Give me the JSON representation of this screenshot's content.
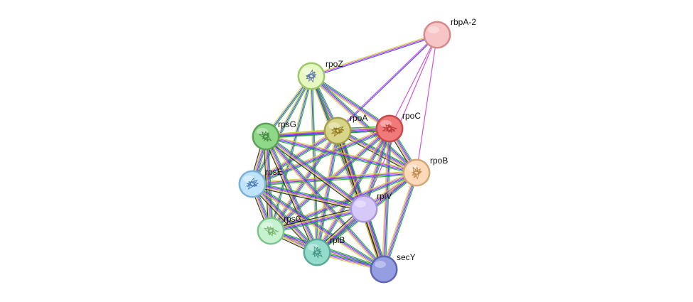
{
  "network": {
    "nodes": [
      {
        "id": "rbpA-2",
        "label": "rbpA-2",
        "fill": "#f7c5c5",
        "stroke": "#d48a8a",
        "glyph": ""
      },
      {
        "id": "rpoZ",
        "label": "rpoZ",
        "fill": "#e6f7c0",
        "stroke": "#9ec76a",
        "glyph": "#4a5fa8"
      },
      {
        "id": "rpoA",
        "label": "rpoA",
        "fill": "#d8d488",
        "stroke": "#a3a04c",
        "glyph": "#8a6a10"
      },
      {
        "id": "rpoC",
        "label": "rpoC",
        "fill": "#f07a7a",
        "stroke": "#c94848",
        "glyph": "#b02a2a"
      },
      {
        "id": "rpsG",
        "label": "rpsG",
        "fill": "#8fd88a",
        "stroke": "#5aa356",
        "glyph": "#3a7a36"
      },
      {
        "id": "rpoB",
        "label": "rpoB",
        "fill": "#fcd9b8",
        "stroke": "#d3a57a",
        "glyph": "#b07a3a"
      },
      {
        "id": "rpsE",
        "label": "rpsE",
        "fill": "#bfe3fa",
        "stroke": "#7ab2d8",
        "glyph": "#3a6aa8"
      },
      {
        "id": "rplV",
        "label": "rplV",
        "fill": "#d7c8fa",
        "stroke": "#a896da",
        "glyph": ""
      },
      {
        "id": "rpsC",
        "label": "rpsC",
        "fill": "#c7f2cf",
        "stroke": "#7cc48a",
        "glyph": "#6aa85a"
      },
      {
        "id": "rplB",
        "label": "rplB",
        "fill": "#93dccb",
        "stroke": "#5aa898",
        "glyph": "#3a887a"
      },
      {
        "id": "secY",
        "label": "secY",
        "fill": "#949ee0",
        "stroke": "#5e66b4",
        "glyph": ""
      }
    ],
    "edges": [
      {
        "source": "rbpA-2",
        "target": "rpoZ",
        "colors": [
          "#3d3dff",
          "#cc44cc",
          "#c4d43a"
        ]
      },
      {
        "source": "rbpA-2",
        "target": "rpoA",
        "colors": [
          "#3d3dff",
          "#cc44cc"
        ]
      },
      {
        "source": "rbpA-2",
        "target": "rpoC",
        "colors": [
          "#cc44cc"
        ]
      },
      {
        "source": "rbpA-2",
        "target": "rpoB",
        "colors": [
          "#cc44cc"
        ]
      },
      {
        "source": "rbpA-2",
        "target": "rplV",
        "colors": [
          "#cc44cc"
        ]
      },
      {
        "source": "rpoZ",
        "target": "rpoA",
        "colors": [
          "#22aa22",
          "#3d3dff",
          "#cc44cc",
          "#c4d43a"
        ]
      },
      {
        "source": "rpoZ",
        "target": "rpoC",
        "colors": [
          "#22aa22",
          "#3d3dff",
          "#cc44cc",
          "#c4d43a"
        ]
      },
      {
        "source": "rpoZ",
        "target": "rpoB",
        "colors": [
          "#22aa22",
          "#3d3dff",
          "#cc44cc",
          "#c4d43a"
        ]
      },
      {
        "source": "rpoZ",
        "target": "rpsG",
        "colors": [
          "#22aa22",
          "#3d3dff",
          "#c4d43a"
        ]
      },
      {
        "source": "rpoZ",
        "target": "rpsE",
        "colors": [
          "#22aa22",
          "#3d3dff",
          "#c4d43a"
        ]
      },
      {
        "source": "rpoZ",
        "target": "rplV",
        "colors": [
          "#22aa22",
          "#cc44cc",
          "#c4d43a"
        ]
      },
      {
        "source": "rpoZ",
        "target": "rpsC",
        "colors": [
          "#22aa22",
          "#3d3dff",
          "#c4d43a"
        ]
      },
      {
        "source": "rpoZ",
        "target": "rplB",
        "colors": [
          "#22aa22",
          "#3d3dff",
          "#c4d43a"
        ]
      },
      {
        "source": "rpoZ",
        "target": "secY",
        "colors": [
          "#22aa22",
          "#3d3dff",
          "#c4d43a"
        ]
      },
      {
        "source": "rpoA",
        "target": "rpoC",
        "colors": [
          "#22aa22",
          "#3d3dff",
          "#cc44cc",
          "#c4d43a",
          "#222222"
        ]
      },
      {
        "source": "rpoA",
        "target": "rpoB",
        "colors": [
          "#22aa22",
          "#3d3dff",
          "#cc44cc",
          "#c4d43a",
          "#222222"
        ]
      },
      {
        "source": "rpoA",
        "target": "rpsG",
        "colors": [
          "#22aa22",
          "#3d3dff",
          "#cc44cc",
          "#c4d43a"
        ]
      },
      {
        "source": "rpoA",
        "target": "rpsE",
        "colors": [
          "#22aa22",
          "#3d3dff",
          "#cc44cc",
          "#c4d43a"
        ]
      },
      {
        "source": "rpoA",
        "target": "rplV",
        "colors": [
          "#22aa22",
          "#3d3dff",
          "#cc44cc",
          "#c4d43a",
          "#222222"
        ]
      },
      {
        "source": "rpoA",
        "target": "rpsC",
        "colors": [
          "#22aa22",
          "#3d3dff",
          "#cc44cc",
          "#c4d43a"
        ]
      },
      {
        "source": "rpoA",
        "target": "rplB",
        "colors": [
          "#22aa22",
          "#3d3dff",
          "#cc44cc",
          "#c4d43a"
        ]
      },
      {
        "source": "rpoA",
        "target": "secY",
        "colors": [
          "#22aa22",
          "#3d3dff",
          "#cc44cc",
          "#c4d43a",
          "#222222",
          "#d4a03a"
        ]
      },
      {
        "source": "rpoC",
        "target": "rpoB",
        "colors": [
          "#22aa22",
          "#3d3dff",
          "#cc44cc",
          "#c4d43a",
          "#222222"
        ]
      },
      {
        "source": "rpoC",
        "target": "rpsG",
        "colors": [
          "#22aa22",
          "#3d3dff",
          "#cc44cc",
          "#c4d43a"
        ]
      },
      {
        "source": "rpoC",
        "target": "rpsE",
        "colors": [
          "#22aa22",
          "#3d3dff",
          "#cc44cc",
          "#c4d43a"
        ]
      },
      {
        "source": "rpoC",
        "target": "rplV",
        "colors": [
          "#22aa22",
          "#3d3dff",
          "#cc44cc",
          "#c4d43a"
        ]
      },
      {
        "source": "rpoC",
        "target": "rpsC",
        "colors": [
          "#22aa22",
          "#3d3dff",
          "#cc44cc",
          "#c4d43a"
        ]
      },
      {
        "source": "rpoC",
        "target": "rplB",
        "colors": [
          "#22aa22",
          "#3d3dff",
          "#cc44cc",
          "#c4d43a"
        ]
      },
      {
        "source": "rpoC",
        "target": "secY",
        "colors": [
          "#22aa22",
          "#3d3dff",
          "#cc44cc",
          "#c4d43a"
        ]
      },
      {
        "source": "rpoB",
        "target": "rpsG",
        "colors": [
          "#22aa22",
          "#3d3dff",
          "#cc44cc",
          "#c4d43a"
        ]
      },
      {
        "source": "rpoB",
        "target": "rpsE",
        "colors": [
          "#22aa22",
          "#3d3dff",
          "#cc44cc",
          "#c4d43a"
        ]
      },
      {
        "source": "rpoB",
        "target": "rplV",
        "colors": [
          "#22aa22",
          "#3d3dff",
          "#cc44cc",
          "#c4d43a"
        ]
      },
      {
        "source": "rpoB",
        "target": "rpsC",
        "colors": [
          "#22aa22",
          "#3d3dff",
          "#cc44cc",
          "#c4d43a"
        ]
      },
      {
        "source": "rpoB",
        "target": "rplB",
        "colors": [
          "#22aa22",
          "#3d3dff",
          "#cc44cc",
          "#c4d43a"
        ]
      },
      {
        "source": "rpoB",
        "target": "secY",
        "colors": [
          "#22aa22",
          "#3d3dff",
          "#cc44cc",
          "#c4d43a"
        ]
      },
      {
        "source": "rpsG",
        "target": "rpsE",
        "colors": [
          "#22aa22",
          "#3d3dff",
          "#cc44cc",
          "#c4d43a",
          "#222222"
        ]
      },
      {
        "source": "rpsG",
        "target": "rplV",
        "colors": [
          "#22aa22",
          "#3d3dff",
          "#cc44cc",
          "#c4d43a",
          "#222222"
        ]
      },
      {
        "source": "rpsG",
        "target": "rpsC",
        "colors": [
          "#22aa22",
          "#3d3dff",
          "#cc44cc",
          "#c4d43a",
          "#222222"
        ]
      },
      {
        "source": "rpsG",
        "target": "rplB",
        "colors": [
          "#22aa22",
          "#3d3dff",
          "#cc44cc",
          "#c4d43a",
          "#222222"
        ]
      },
      {
        "source": "rpsG",
        "target": "secY",
        "colors": [
          "#22aa22",
          "#3d3dff",
          "#cc44cc",
          "#c4d43a"
        ]
      },
      {
        "source": "rpsE",
        "target": "rplV",
        "colors": [
          "#22aa22",
          "#3d3dff",
          "#cc44cc",
          "#c4d43a",
          "#222222"
        ]
      },
      {
        "source": "rpsE",
        "target": "rpsC",
        "colors": [
          "#22aa22",
          "#3d3dff",
          "#cc44cc",
          "#c4d43a",
          "#222222"
        ]
      },
      {
        "source": "rpsE",
        "target": "rplB",
        "colors": [
          "#22aa22",
          "#3d3dff",
          "#cc44cc",
          "#c4d43a",
          "#222222"
        ]
      },
      {
        "source": "rpsE",
        "target": "secY",
        "colors": [
          "#22aa22",
          "#3d3dff",
          "#cc44cc",
          "#c4d43a"
        ]
      },
      {
        "source": "rplV",
        "target": "rpsC",
        "colors": [
          "#22aa22",
          "#3d3dff",
          "#cc44cc",
          "#c4d43a",
          "#222222"
        ]
      },
      {
        "source": "rplV",
        "target": "rplB",
        "colors": [
          "#22aa22",
          "#3d3dff",
          "#cc44cc",
          "#c4d43a",
          "#222222"
        ]
      },
      {
        "source": "rplV",
        "target": "secY",
        "colors": [
          "#22aa22",
          "#3d3dff",
          "#cc44cc",
          "#c4d43a",
          "#222222",
          "#d4a03a"
        ]
      },
      {
        "source": "rpsC",
        "target": "rplB",
        "colors": [
          "#22aa22",
          "#3d3dff",
          "#cc44cc",
          "#c4d43a",
          "#222222"
        ]
      },
      {
        "source": "rpsC",
        "target": "secY",
        "colors": [
          "#22aa22",
          "#3d3dff",
          "#cc44cc",
          "#c4d43a"
        ]
      },
      {
        "source": "rplB",
        "target": "secY",
        "colors": [
          "#22aa22",
          "#3d3dff",
          "#cc44cc",
          "#c4d43a"
        ]
      }
    ]
  }
}
